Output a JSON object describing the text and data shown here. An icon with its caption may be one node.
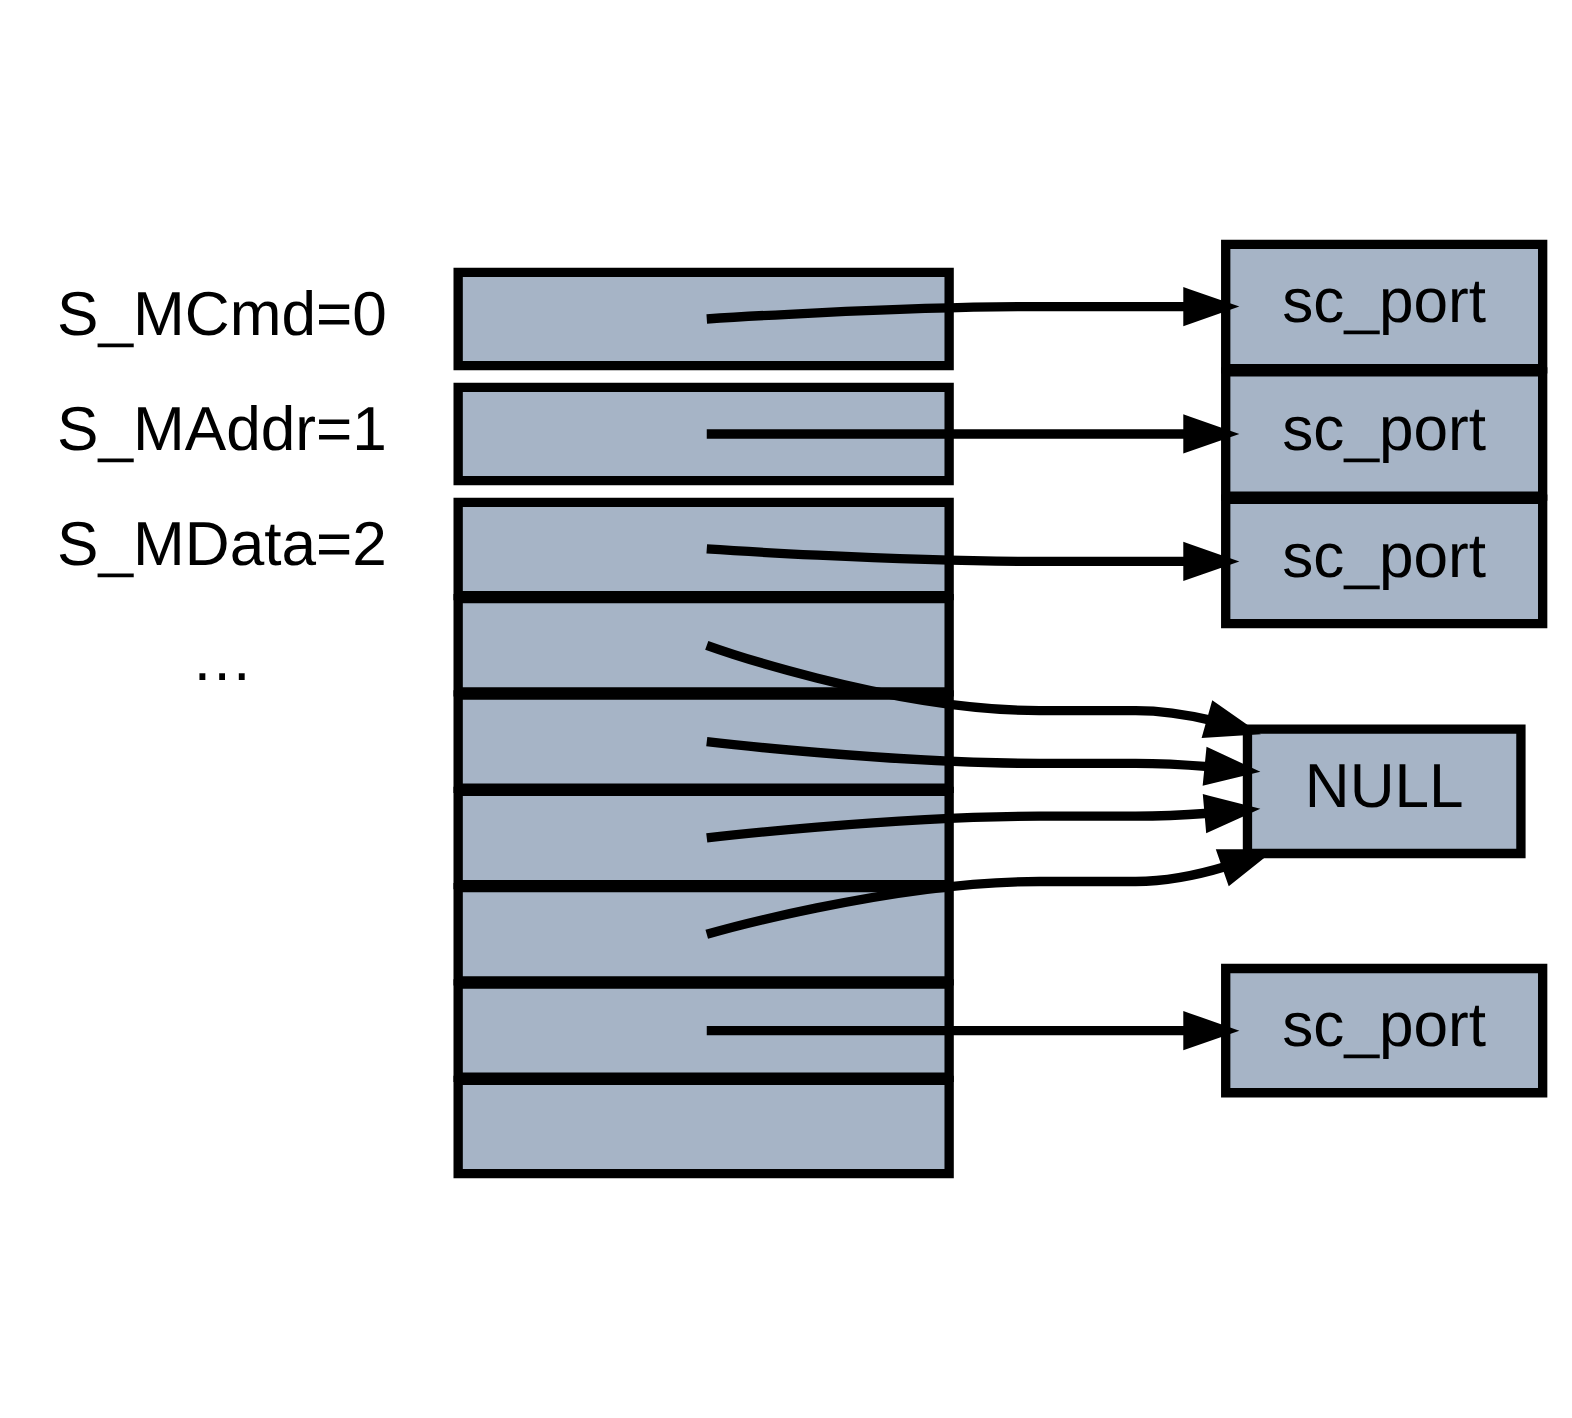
{
  "diagram": {
    "nodes": [
      {
        "text": [
          "sc_port"
        ]
      },
      {
        "text": [
          "sc_port"
        ]
      },
      {
        "text": [],
        "shape": "box",
        "beside": [
          "S_MCmd=0"
        ]
      },
      {
        "text": [],
        "shape": "box",
        "beside": [
          "S_MAddr=1"
        ]
      },
      {
        "text": [],
        "shape": "box",
        "beside": [
          "S_MData=2"
        ]
      },
      {
        "text": [],
        "shape": "box"
      },
      {
        "text": [],
        "shape": "box"
      },
      {
        "text": [],
        "shape": "box"
      },
      {
        "text": [],
        "shape": "box"
      },
      {
        "text": [],
        "shape": "box"
      },
      {
        "text": [],
        "shape": "box"
      },
      {
        "text": [
          "sc_port"
        ]
      },
      {
        "text": [
          "sc_port"
        ]
      },
      {
        "text": [
          "NULL"
        ]
      }
    ],
    "edges": [
      {
        "from": 2,
        "to": 1,
        "arrow": "to"
      },
      {
        "from": 3,
        "to": 0,
        "arrow": "to"
      },
      {
        "from": 4,
        "to": 11,
        "arrow": "to"
      },
      {
        "from": 5,
        "to": 13,
        "arrow": "to"
      },
      {
        "from": 6,
        "to": 13,
        "arrow": "to"
      },
      {
        "from": 7,
        "to": 13,
        "arrow": "to"
      },
      {
        "from": 8,
        "to": 13,
        "arrow": "to"
      },
      {
        "from": 9,
        "to": 12,
        "arrow": "to"
      }
    ],
    "labels": [
      "…"
    ]
  }
}
